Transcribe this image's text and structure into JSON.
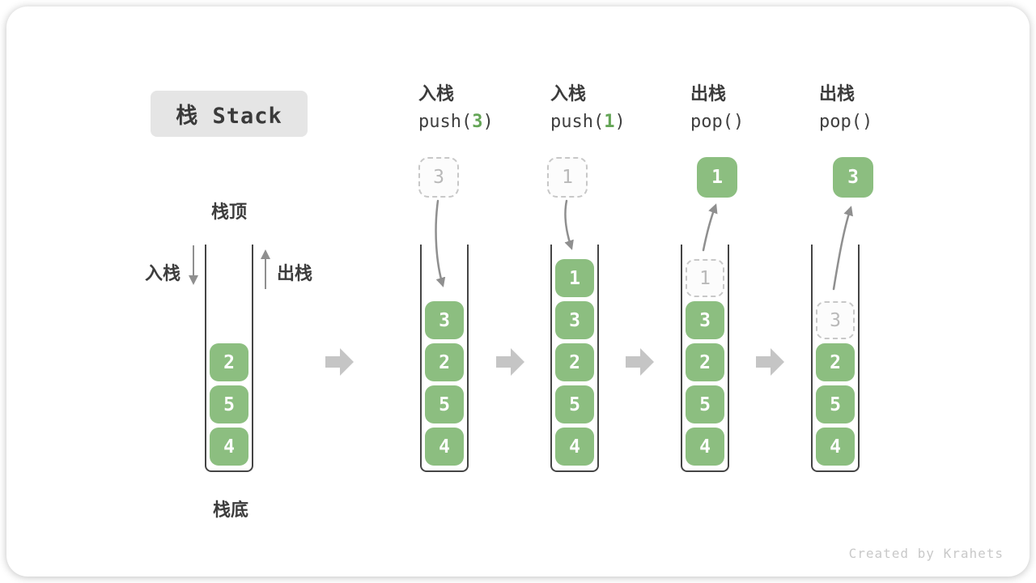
{
  "title": "栈 Stack",
  "side_labels": {
    "stack_top": "栈顶",
    "stack_bottom": "栈底",
    "push_side": "入栈",
    "pop_side": "出栈"
  },
  "operations": [
    {
      "name": "入栈",
      "code_pre": "push(",
      "code_arg": "3",
      "code_post": ")"
    },
    {
      "name": "入栈",
      "code_pre": "push(",
      "code_arg": "1",
      "code_post": ")"
    },
    {
      "name": "出栈",
      "code_pre": "pop(",
      "code_arg": "",
      "code_post": ")"
    },
    {
      "name": "出栈",
      "code_pre": "pop(",
      "code_arg": "",
      "code_post": ")"
    }
  ],
  "stacks": [
    {
      "cells": [
        {
          "value": "4"
        },
        {
          "value": "5"
        },
        {
          "value": "2"
        }
      ]
    },
    {
      "flow": "push",
      "float": {
        "value": "3",
        "ghost": true
      },
      "cells": [
        {
          "value": "4"
        },
        {
          "value": "5"
        },
        {
          "value": "2"
        },
        {
          "value": "3"
        }
      ]
    },
    {
      "flow": "push",
      "float": {
        "value": "1",
        "ghost": true
      },
      "cells": [
        {
          "value": "4"
        },
        {
          "value": "5"
        },
        {
          "value": "2"
        },
        {
          "value": "3"
        },
        {
          "value": "1"
        }
      ]
    },
    {
      "flow": "pop",
      "float": {
        "value": "1",
        "ghost": false
      },
      "cells": [
        {
          "value": "4"
        },
        {
          "value": "5"
        },
        {
          "value": "2"
        },
        {
          "value": "3"
        },
        {
          "value": "1",
          "ghost": true
        }
      ]
    },
    {
      "flow": "pop",
      "float": {
        "value": "3",
        "ghost": false
      },
      "cells": [
        {
          "value": "4"
        },
        {
          "value": "5"
        },
        {
          "value": "2"
        },
        {
          "value": "3",
          "ghost": true
        }
      ]
    }
  ],
  "watermark": "Created by Krahets",
  "colors": {
    "cell_green": "#8CBE80",
    "arg_green": "#64a556",
    "arrow_gray": "#8f8f8f",
    "block_arrow_gray": "#c5c5c5",
    "ghost_border": "#c8c8c8"
  }
}
